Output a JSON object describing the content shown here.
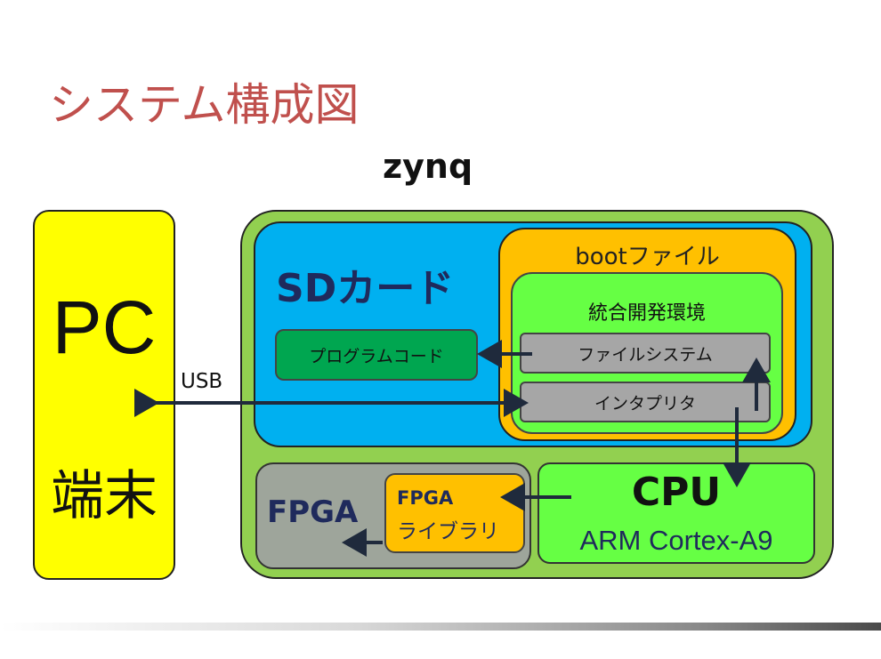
{
  "title": "システム構成図",
  "zynq": {
    "label": "zynq"
  },
  "pc": {
    "line1": "PC",
    "line2": "端末"
  },
  "usb": {
    "label": "USB"
  },
  "sd_card": {
    "label": "SDカード",
    "program_code": "プログラムコード"
  },
  "boot_file": {
    "label": "bootファイル",
    "ide": {
      "label": "統合開発環境",
      "filesystem": "ファイルシステム",
      "interpreter": "インタプリタ"
    }
  },
  "fpga": {
    "label": "FPGA",
    "library_line1": "FPGA",
    "library_line2": "ライブラリ"
  },
  "cpu": {
    "label": "CPU",
    "subtitle": "ARM Cortex-A9"
  },
  "colors": {
    "title": "#c0504d",
    "pc": "#ffff00",
    "zynq": "#92d050",
    "sd_card": "#00b0f0",
    "boot_file": "#ffc000",
    "ide": "#66ff44",
    "program_code": "#00a650",
    "module_gray": "#a6a6a6",
    "fpga": "#9ea59b",
    "cpu": "#66ff44",
    "arrow": "#1f2a3c"
  }
}
